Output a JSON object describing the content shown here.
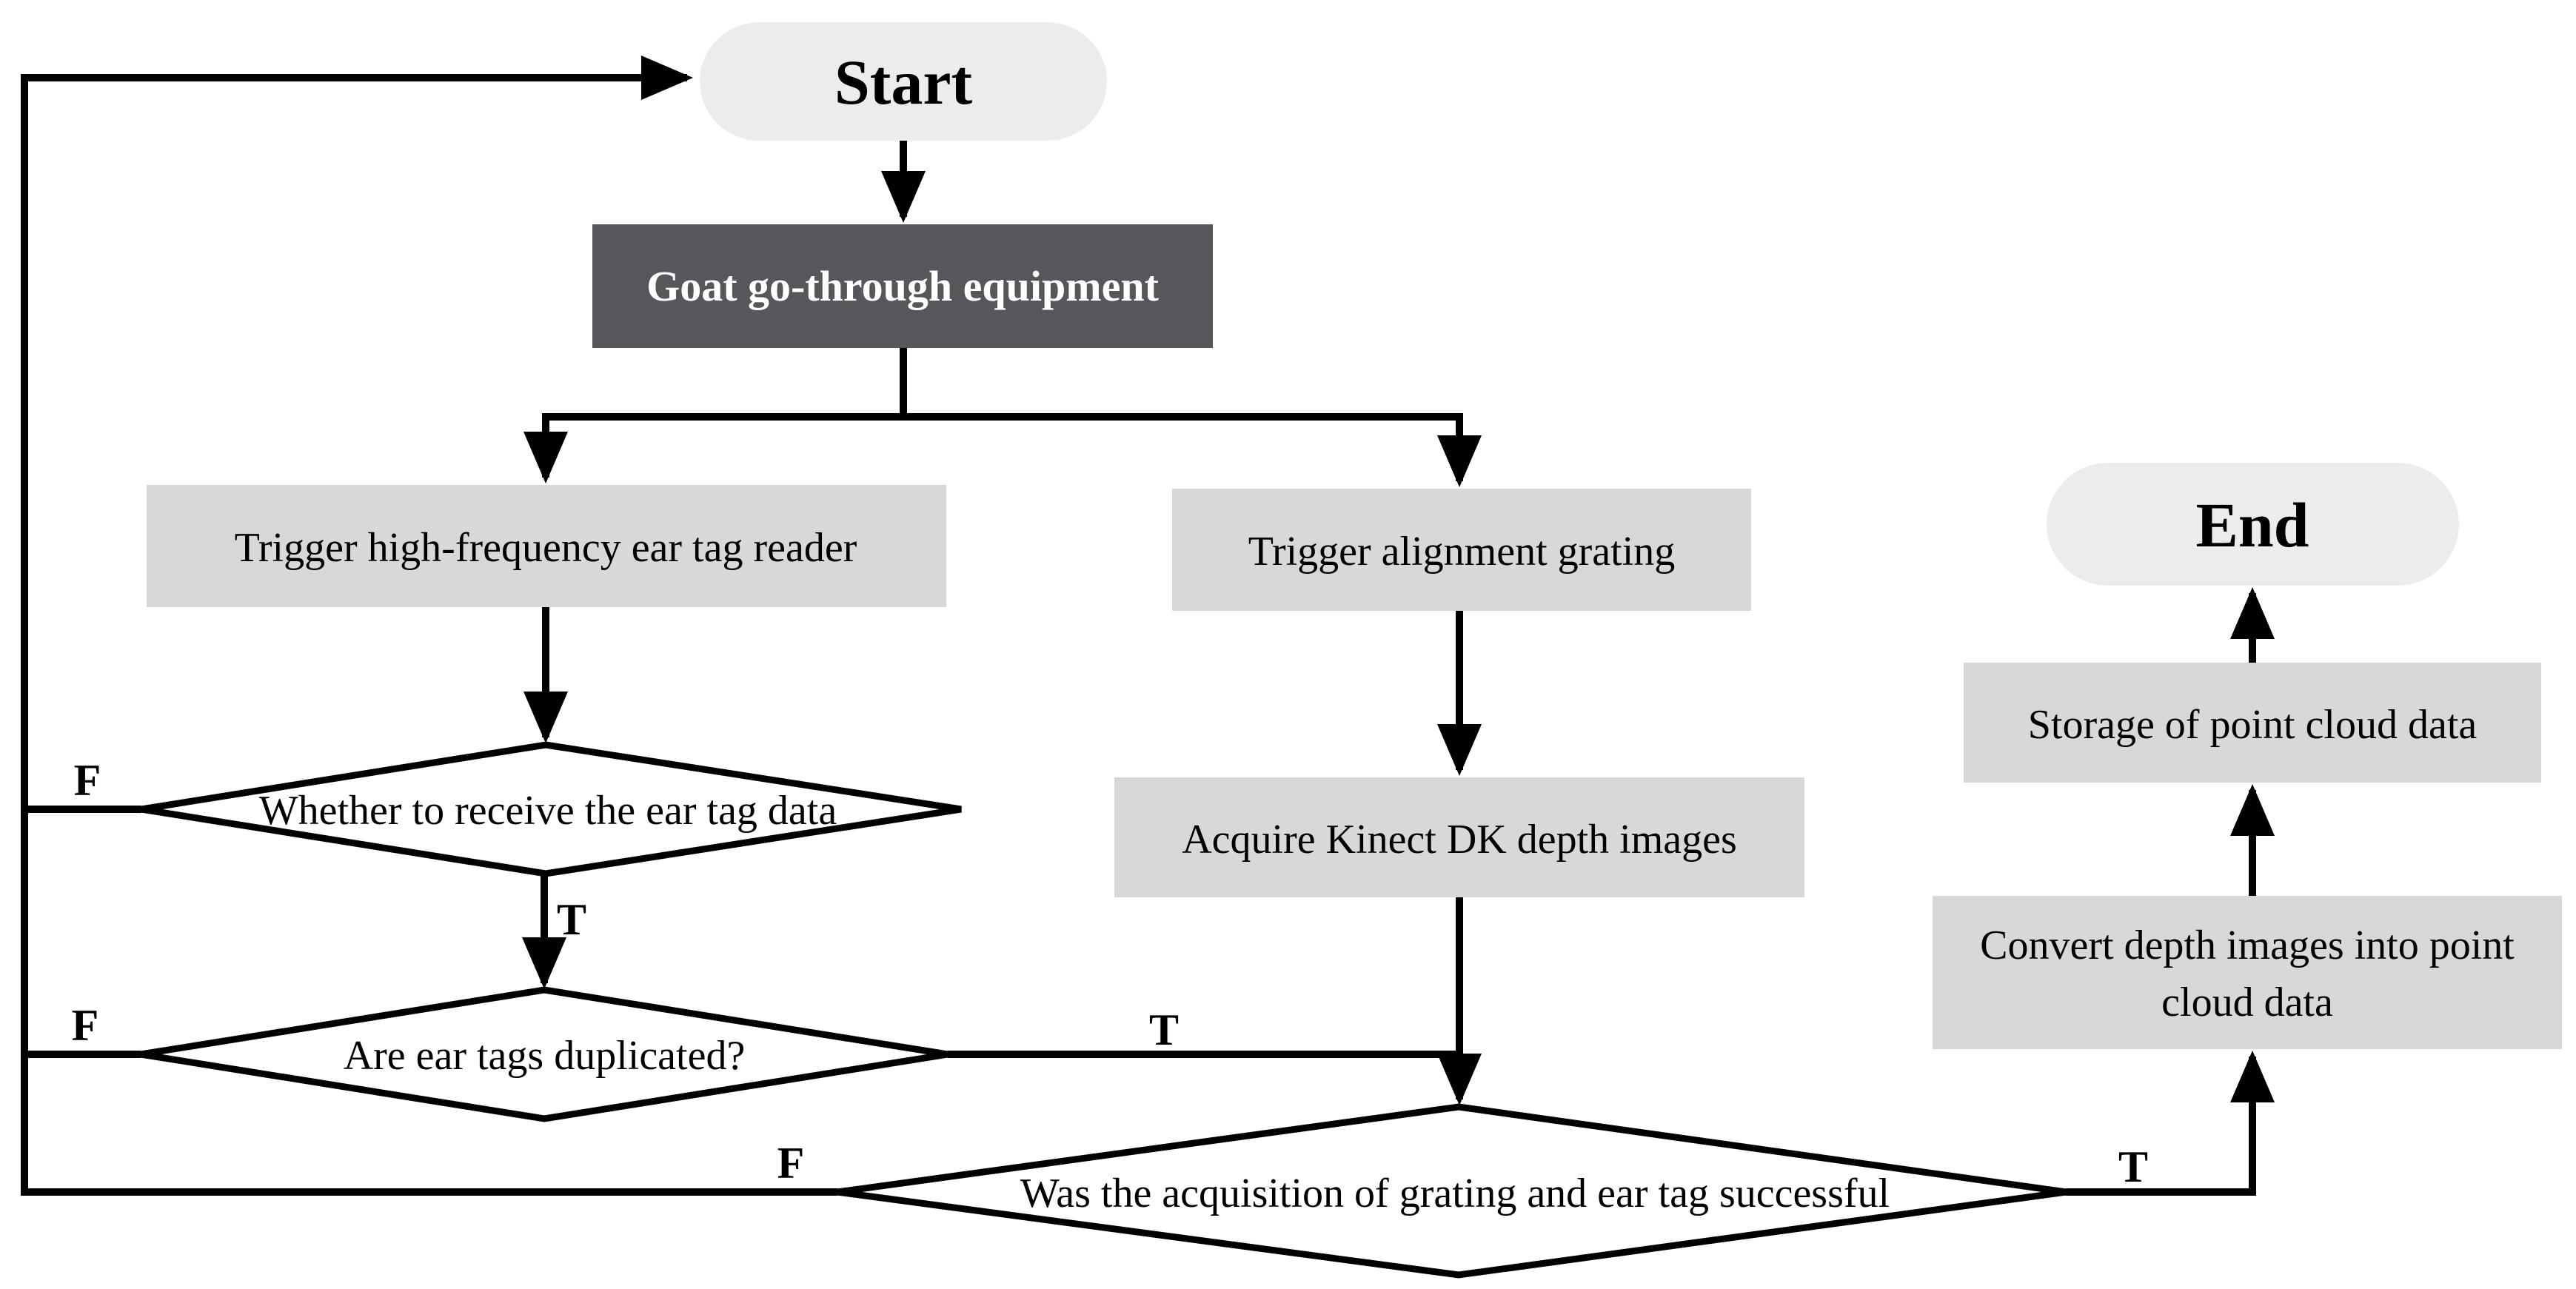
{
  "diagram": {
    "type": "flowchart",
    "background": "#ffffff",
    "colors": {
      "terminal_fill": "#ececec",
      "process_fill": "#d8d8d8",
      "equipment_fill": "#56575b",
      "equipment_text": "#ffffff",
      "decision_fill": "#ffffff",
      "line": "#000000",
      "text": "#000000"
    },
    "nodes": {
      "start": {
        "label": "Start",
        "shape": "rounded-terminal"
      },
      "equipment": {
        "label": "Goat go-through equipment",
        "shape": "process-dark"
      },
      "trigger_reader": {
        "label": "Trigger high-frequency ear tag reader",
        "shape": "process"
      },
      "trigger_grating": {
        "label": "Trigger alignment grating",
        "shape": "process"
      },
      "receive_check": {
        "label": "Whether to receive the ear tag data",
        "shape": "decision"
      },
      "acquire_depth": {
        "label": "Acquire Kinect DK depth images",
        "shape": "process"
      },
      "duplicate_check": {
        "label": "Are ear tags duplicated?",
        "shape": "decision"
      },
      "success_check": {
        "label": "Was the acquisition of grating and ear tag successful",
        "shape": "decision"
      },
      "convert": {
        "line1": "Convert depth images into point",
        "line2": "cloud data",
        "shape": "process"
      },
      "storage": {
        "label": "Storage of point cloud data",
        "shape": "process"
      },
      "end": {
        "label": "End",
        "shape": "rounded-terminal"
      }
    },
    "branch_labels": {
      "receive_false": "F",
      "receive_true": "T",
      "duplicate_false": "F",
      "duplicate_true": "T",
      "success_false": "F",
      "success_true": "T"
    }
  }
}
